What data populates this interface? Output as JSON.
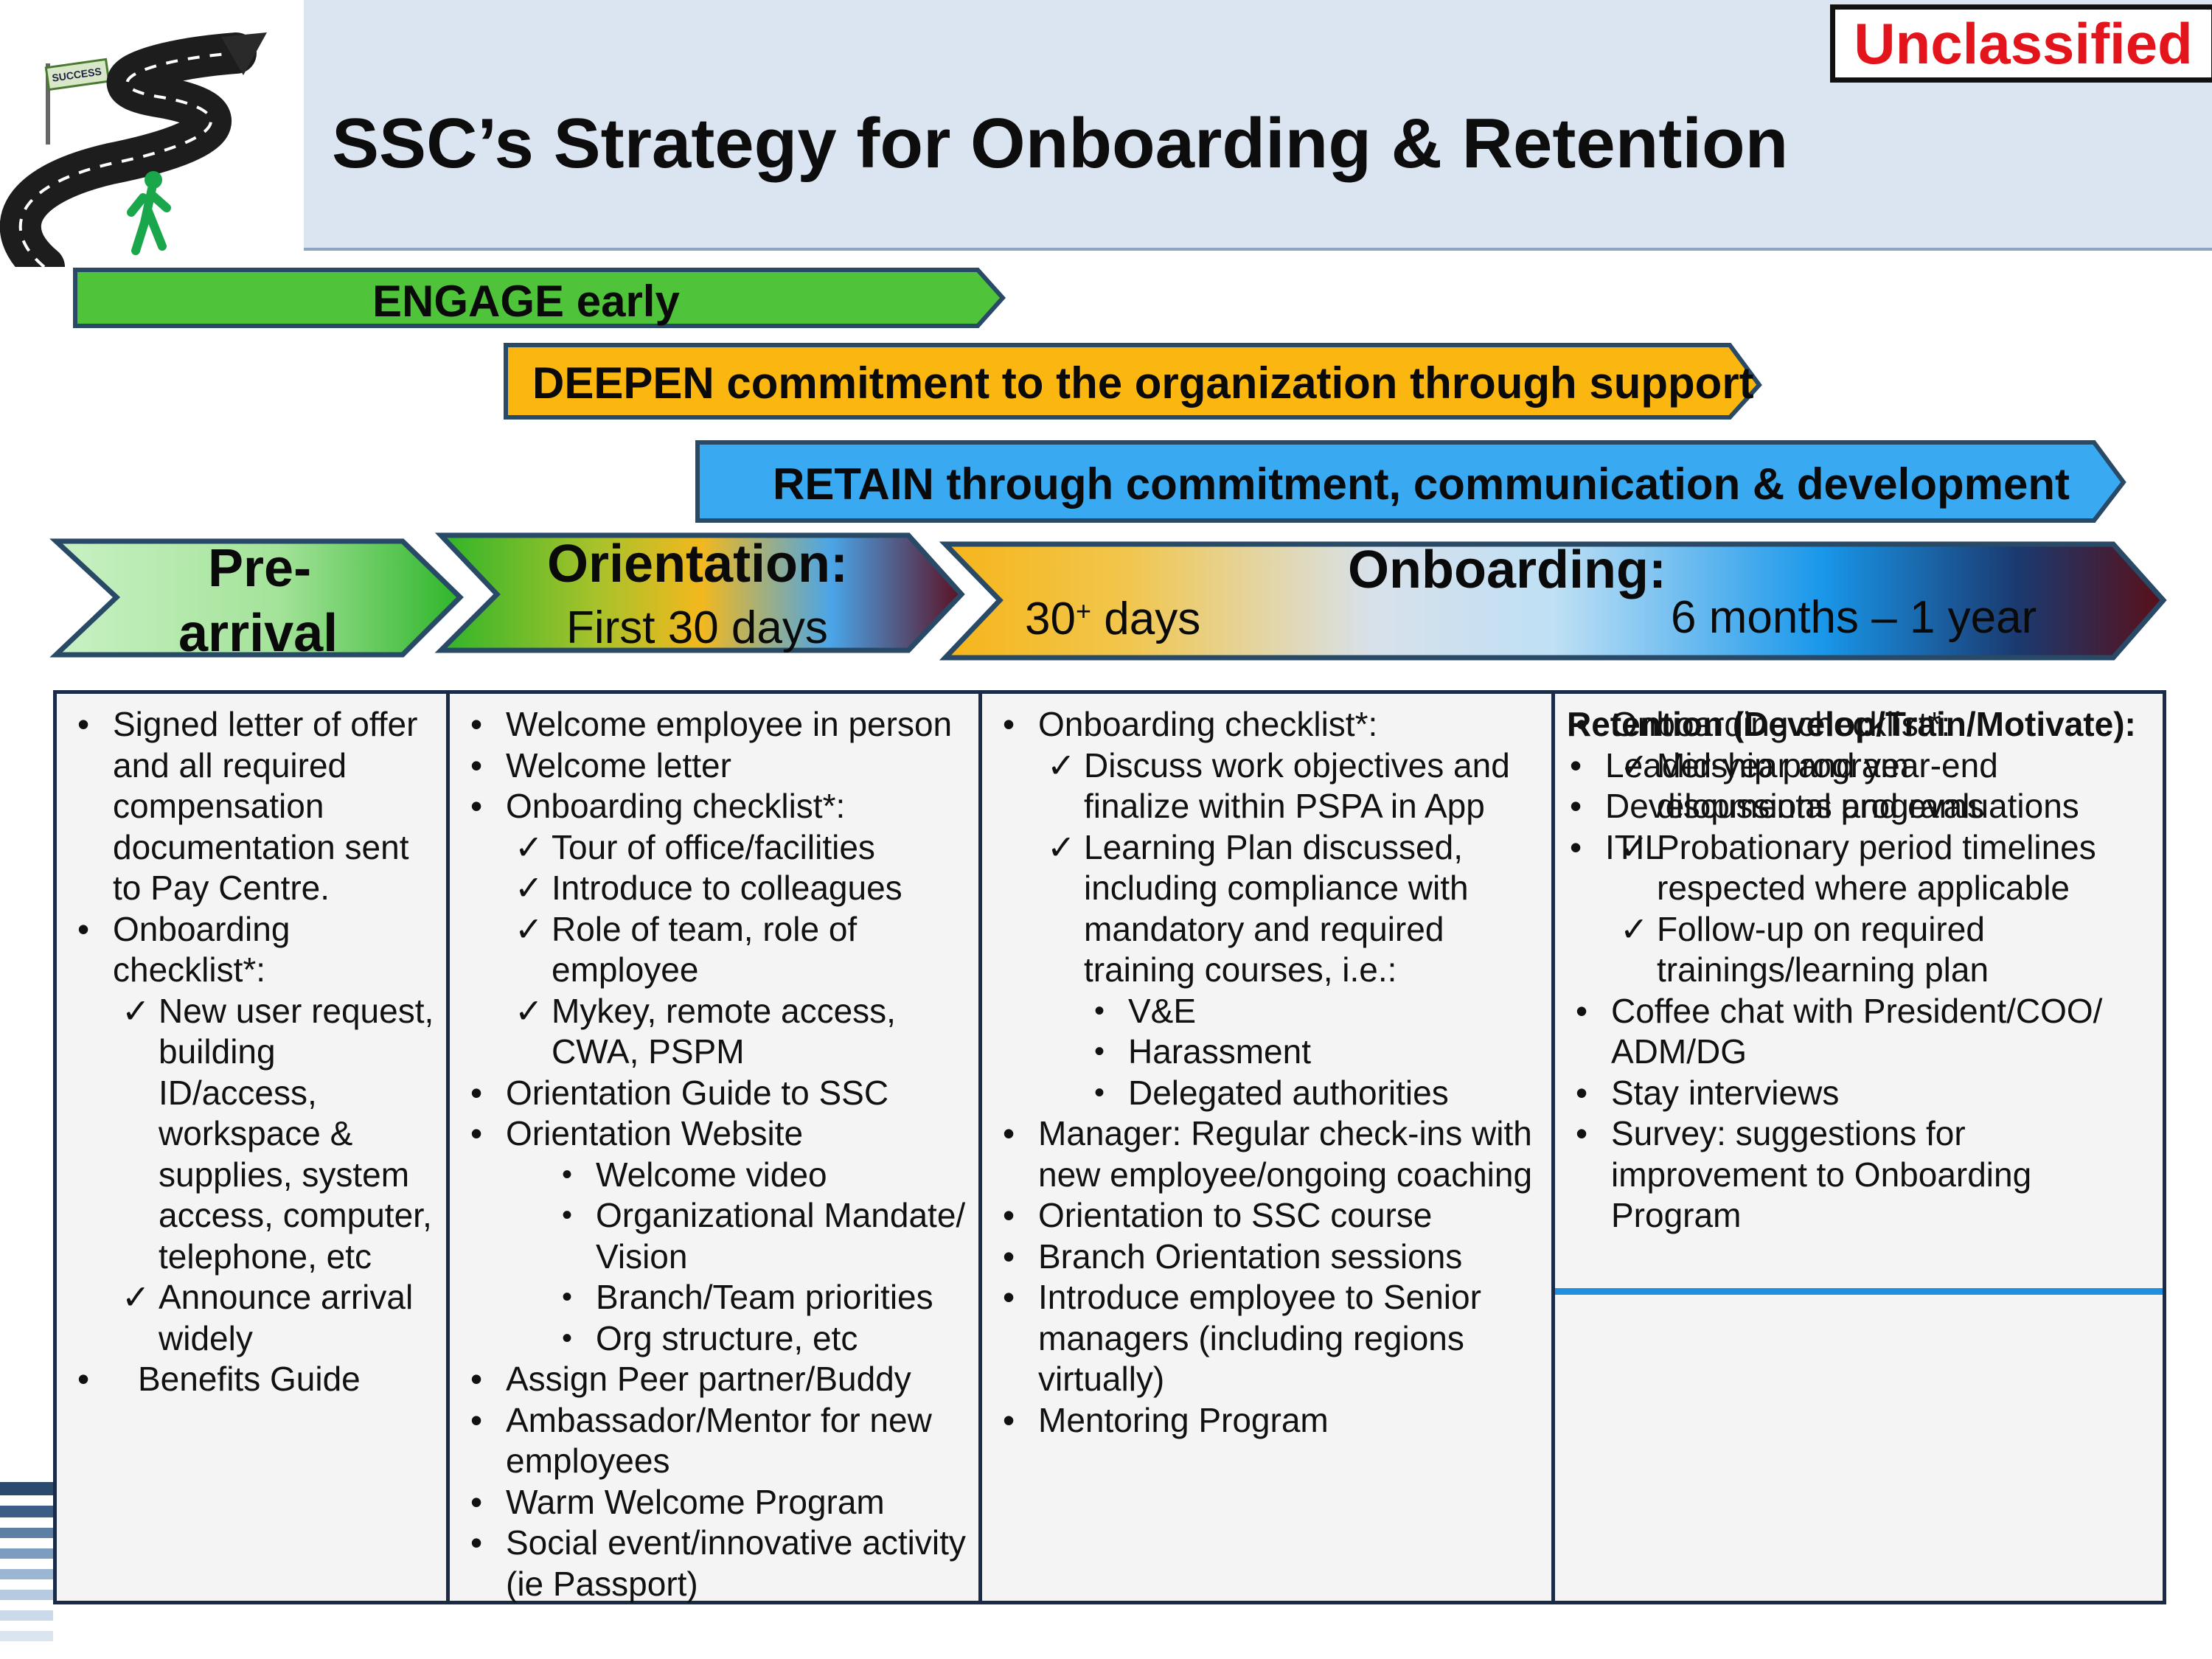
{
  "title": "SSC’s Strategy for Onboarding & Retention",
  "classification": "Unclassified",
  "logo": {
    "sign_text": "SUCCESS",
    "icon": "road-to-success-icon"
  },
  "bands": [
    {
      "id": "engage",
      "label": "ENGAGE early",
      "color": "#4fc43a"
    },
    {
      "id": "deepen",
      "label": "DEEPEN commitment to the organization through support",
      "color": "#fbb70f"
    },
    {
      "id": "retain",
      "label": "RETAIN through commitment, communication & development",
      "color": "#39a9f2"
    }
  ],
  "phases": {
    "prearrival": {
      "line1": "Pre-",
      "line2": "arrival"
    },
    "orientation": {
      "title": "Orientation:",
      "subtitle": "First 30 days"
    },
    "onboarding": {
      "title": "Onboarding:",
      "start": "30",
      "start_sup": "+",
      "start_suffix": " days",
      "end": "6 months – 1 year"
    }
  },
  "columns": [
    {
      "id": "prearrival",
      "items": [
        {
          "level": 0,
          "text": "Signed letter of offer and all required compensation documentation sent to Pay Centre."
        },
        {
          "level": 0,
          "text": "Onboarding checklist*:"
        },
        {
          "level": 1,
          "text": "New user request, building ID/access, workspace & supplies, system access, computer, telephone, etc"
        },
        {
          "level": 1,
          "text": "Announce arrival widely"
        },
        {
          "level": 0,
          "text": "Benefits Guide",
          "wide": true
        }
      ]
    },
    {
      "id": "orientation",
      "items": [
        {
          "level": 0,
          "text": "Welcome employee in person"
        },
        {
          "level": 0,
          "text": "Welcome letter"
        },
        {
          "level": 0,
          "text": "Onboarding checklist*:"
        },
        {
          "level": 1,
          "text": "Tour of office/facilities"
        },
        {
          "level": 1,
          "text": "Introduce to colleagues"
        },
        {
          "level": 1,
          "text": "Role of team, role of employee"
        },
        {
          "level": 1,
          "text": "Mykey, remote access, CWA, PSPM"
        },
        {
          "level": 0,
          "text": "Orientation Guide to SSC"
        },
        {
          "level": 0,
          "text": "Orientation Website"
        },
        {
          "level": 2,
          "text": "Welcome video"
        },
        {
          "level": 2,
          "text": "Organizational Mandate/ Vision"
        },
        {
          "level": 2,
          "text": "Branch/Team priorities"
        },
        {
          "level": 2,
          "text": "Org structure, etc"
        },
        {
          "level": 0,
          "text": "Assign Peer partner/Buddy"
        },
        {
          "level": 0,
          "text": "Ambassador/Mentor for new employees"
        },
        {
          "level": 0,
          "text": "Warm Welcome Program"
        },
        {
          "level": 0,
          "text": "Social event/innovative activity (ie Passport)"
        }
      ]
    },
    {
      "id": "onboarding-early",
      "items": [
        {
          "level": 0,
          "text": "Onboarding checklist*:"
        },
        {
          "level": 1,
          "text": "Discuss work objectives and finalize within PSPA in App"
        },
        {
          "level": 1,
          "text": "Learning Plan discussed, including compliance with mandatory and required training courses, i.e.:"
        },
        {
          "level": 2,
          "text": "V&E"
        },
        {
          "level": 2,
          "text": "Harassment"
        },
        {
          "level": 2,
          "text": "Delegated authorities"
        },
        {
          "level": 0,
          "text": "Manager: Regular check-ins with new employee/ongoing coaching"
        },
        {
          "level": 0,
          "text": "Orientation to SSC course"
        },
        {
          "level": 0,
          "text": "Branch Orientation sessions"
        },
        {
          "level": 0,
          "text": "Introduce employee to Senior managers (including regions virtually)"
        },
        {
          "level": 0,
          "text": "Mentoring Program"
        }
      ]
    },
    {
      "id": "onboarding-late",
      "items": [
        {
          "level": 0,
          "text": "Onboarding checklist*:"
        },
        {
          "level": 1,
          "text": "Mid-year and year-end discussions and evaluations"
        },
        {
          "level": 1,
          "text": "Probationary period timelines respected where applicable"
        },
        {
          "level": 1,
          "text": "Follow-up on required trainings/learning plan"
        },
        {
          "level": 0,
          "text": "Coffee chat with President/COO/ ADM/DG"
        },
        {
          "level": 0,
          "text": "Stay interviews"
        },
        {
          "level": 0,
          "text": "Survey: suggestions for improvement to Onboarding Program"
        }
      ],
      "retention": {
        "title": "Retention (Develop/Train/Motivate):",
        "items": [
          {
            "level": 0,
            "text": "Leadership program"
          },
          {
            "level": 0,
            "text": "Developmental programs"
          },
          {
            "level": 0,
            "text": "ITIL"
          }
        ]
      }
    }
  ]
}
